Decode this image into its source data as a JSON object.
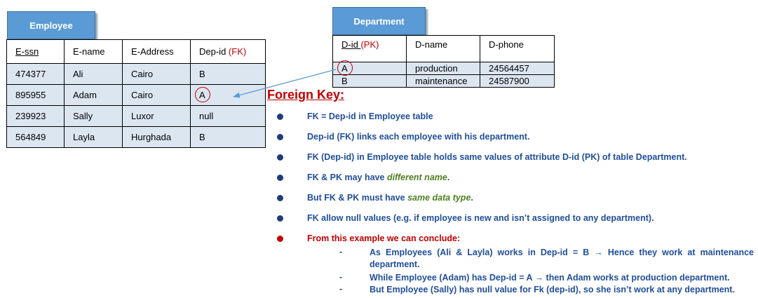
{
  "employee": {
    "title": "Employee",
    "headers": [
      "E-ssn",
      "E-name",
      "E-Address",
      "Dep-id ",
      "(FK)"
    ],
    "rows": [
      [
        "474377",
        "Ali",
        "Cairo",
        "B"
      ],
      [
        "895955",
        "Adam",
        "Cairo",
        "A"
      ],
      [
        "239923",
        "Sally",
        "Luxor",
        "null"
      ],
      [
        "564849",
        "Layla",
        "Hurghada",
        "B"
      ]
    ]
  },
  "department": {
    "title": "Department",
    "headers": [
      "D-id ",
      "(PK)",
      "D-name",
      "D-phone"
    ],
    "rows": [
      [
        "A",
        "production",
        "24564457"
      ],
      [
        "B",
        "maintenance",
        "24587900"
      ]
    ]
  },
  "foreign_key": {
    "heading": "Foreign Key:",
    "bullets": [
      {
        "text": "FK = Dep-id in Employee table"
      },
      {
        "text": "Dep-id (FK) links each employee with his department."
      },
      {
        "text": "FK (Dep-id) in Employee table holds same values of attribute D-id (PK) of table Department."
      },
      {
        "pre": "FK & PK may have ",
        "em": "different name",
        "post": "."
      },
      {
        "pre": "But FK & PK must have ",
        "em": "same data type",
        "post": "."
      },
      {
        "text": "FK allow null values (e.g. if employee is new and isn’t assigned to any department)."
      },
      {
        "text": "From this example we can conclude:"
      }
    ],
    "dash": "-",
    "conclusions": [
      "As Employees (Ali & Layla) works in Dep-id = B → Hence they work at maintenance department.",
      "While Employee (Adam) has Dep-id = A → then Adam works at production department.",
      "But Employee (Sally) has null value for Fk (dep-id), so she isn’t work at any department."
    ]
  },
  "colors": {
    "title_box": "#5b9bd5",
    "row_fill": "#dce6f1",
    "heading_red": "#c00000",
    "text_blue": "#1f4e9a",
    "emphasis_green": "#4f7f1f",
    "arrow": "#5b9bd5"
  }
}
